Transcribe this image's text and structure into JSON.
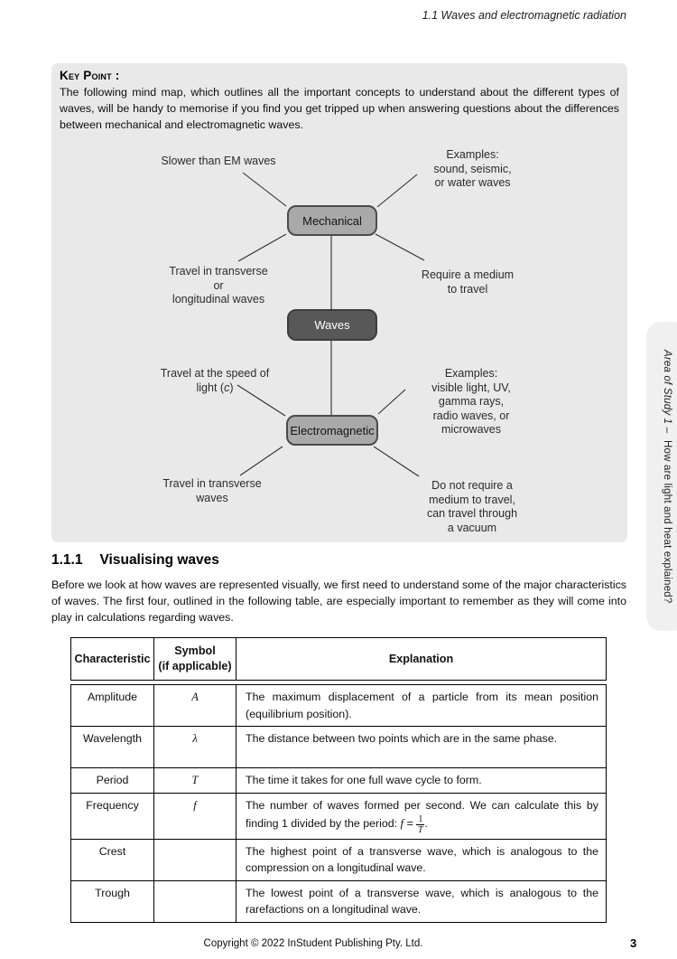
{
  "page": {
    "header": "1.1 Waves and electromagnetic radiation",
    "side_tab": {
      "italic_part": "Area of Study 1 –",
      "rest_part": "How are light and heat explained?"
    },
    "footer": {
      "copyright": "Copyright © 2022 InStudent Publishing Pty. Ltd.",
      "page_number": "3"
    }
  },
  "key_point": {
    "label": "Key Point :",
    "body": "The following mind map, which outlines all the important concepts to understand about the different types of waves, will be handy to memorise if you find you get tripped up when answering questions about the differences between mechanical and electromagnetic waves."
  },
  "mind_map": {
    "node_colors": {
      "branch_fill": "#a9a9a9",
      "branch_border": "#4b4b4b",
      "root_fill": "#585858",
      "root_border": "#3e3e3e"
    },
    "nodes": {
      "root": "Waves",
      "mechanical": "Mechanical",
      "electromagnetic": "Electromagnetic"
    },
    "labels": {
      "mech_top_left": "Slower than EM waves",
      "mech_top_right": "Examples:\nsound, seismic,\nor water waves",
      "mech_bottom_left": "Travel in transverse\nor\nlongitudinal waves",
      "mech_bottom_right": "Require a medium\nto travel",
      "em_top_left_pre": "Travel at the speed of\nlight (",
      "em_top_left_sym": "c",
      "em_top_left_post": ")",
      "em_top_right": "Examples:\nvisible light, UV,\ngamma rays,\nradio waves, or\nmicrowaves",
      "em_bottom_left": "Travel in transverse\nwaves",
      "em_bottom_right": "Do not require a\nmedium to travel,\ncan travel through\na vacuum"
    }
  },
  "section": {
    "number": "1.1.1",
    "title": "Visualising waves",
    "intro": "Before we look at how waves are represented visually, we first need to understand some of the major characteristics of waves. The first four, outlined in the following table, are especially important to remember as they will come into play in calculations regarding waves."
  },
  "table": {
    "headers": {
      "characteristic": "Characteristic",
      "symbol": "Symbol\n(if applicable)",
      "explanation": "Explanation"
    },
    "rows": [
      {
        "characteristic": "Amplitude",
        "symbol": "A",
        "explanation": "The maximum displacement of a particle from its mean position (equilibrium position)."
      },
      {
        "characteristic": "Wavelength",
        "symbol": "λ",
        "explanation": "The distance between two points which are in the same phase."
      },
      {
        "characteristic": "Period",
        "symbol": "T",
        "explanation": "The time it takes for one full wave cycle to form."
      },
      {
        "characteristic": "Frequency",
        "symbol": "f",
        "explanation_before": "The number of waves formed per second. We can calculate this by finding 1 divided by the period: ",
        "formula": {
          "lhs": "f",
          "eq": "=",
          "numerator": "1",
          "denominator": "T"
        },
        "explanation_after": "."
      },
      {
        "characteristic": "Crest",
        "symbol": "",
        "explanation": "The highest point of a transverse wave, which is analogous to the compression on a longitudinal wave."
      },
      {
        "characteristic": "Trough",
        "symbol": "",
        "explanation": "The lowest point of a transverse wave, which is analogous to the rarefactions on a longitudinal wave."
      }
    ]
  }
}
